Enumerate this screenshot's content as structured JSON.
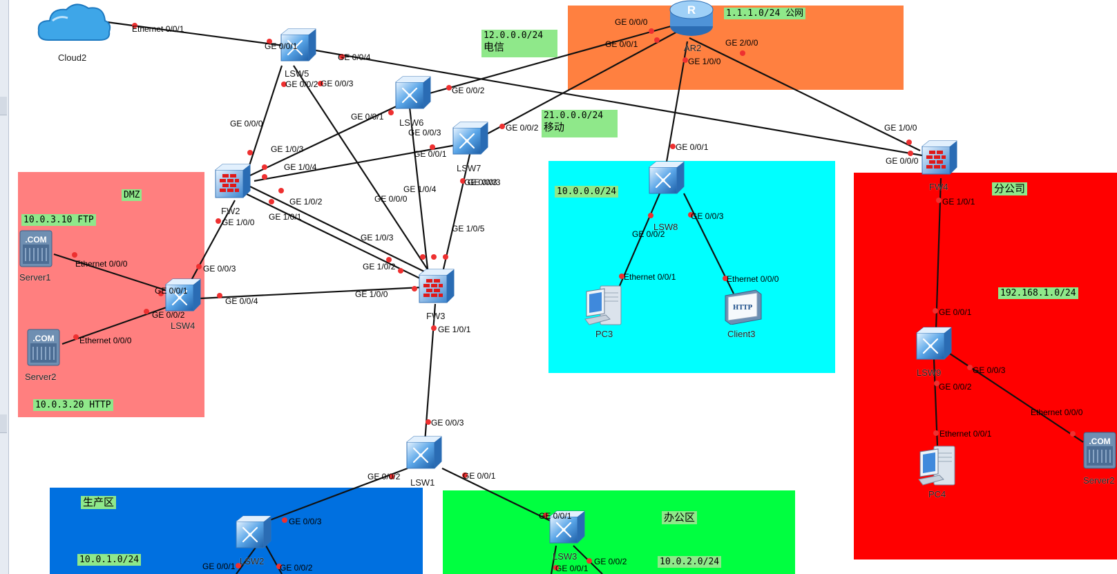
{
  "zones": {
    "public": {
      "color": "#ff8040",
      "tag": "1.1.1.0/24 公网"
    },
    "dmz": {
      "color": "#ff7f7f",
      "tag": "DMZ",
      "ftp": "10.0.3.10 FTP",
      "http": "10.0.3.20 HTTP"
    },
    "lan8": {
      "color": "#00ffff",
      "tag": "10.0.0.0/24"
    },
    "branch": {
      "color": "#ff0000",
      "name": "分公司",
      "subnet": "192.168.1.0/24"
    },
    "production": {
      "color": "#0070e0",
      "name": "生产区",
      "subnet": "10.0.1.0/24"
    },
    "office": {
      "color": "#00ff40",
      "name": "办公区",
      "subnet": "10.0.2.0/24"
    }
  },
  "isp": {
    "telecom": {
      "subnet": "12.0.0.0/24",
      "name": "电信"
    },
    "mobile": {
      "subnet": "21.0.0.0/24",
      "name": "移动"
    }
  },
  "devices": {
    "cloud2": "Cloud2",
    "lsw5": "LSW5",
    "lsw6": "LSW6",
    "lsw7": "LSW7",
    "ar2": "AR2",
    "fw2": "FW2",
    "fw3": "FW3",
    "fw4": "FW4",
    "lsw4": "LSW4",
    "lsw8": "LSW8",
    "lsw9": "LSW9",
    "lsw1": "LSW1",
    "lsw2": "LSW2",
    "lsw3": "LSW3",
    "server1": "Server1",
    "server2": "Server2",
    "server2b": "Server2",
    "pc3": "PC3",
    "client3": "Client3",
    "pc4": "PC4"
  },
  "icons": {
    "com": ".COM",
    "http": "HTTP",
    "router": "R"
  },
  "ports": [
    "Ethernet 0/0/1",
    "GE 0/0/1",
    "GE 0/0/4",
    "GE 0/0/2",
    "GE 0/0/3",
    "GE 0/0/0",
    "GE 0/0/1",
    "GE 0/0/2",
    "GE 0/0/3",
    "GE 0/0/1",
    "GE 0/0/2",
    "GE 0/0/3",
    "GE 0/0/0",
    "GE 0/0/1",
    "GE 2/0/0",
    "GE 1/0/0",
    "GE 1/0/3",
    "GE 1/0/4",
    "GE 1/0/2",
    "GE 1/0/1",
    "GE 1/0/0",
    "GE 0/0/0",
    "GE 1/0/4",
    "GE 0/0/3",
    "GE 1/0/3",
    "GE 1/0/5",
    "GE 1/0/2",
    "GE 1/0/0",
    "GE 1/0/1",
    "GE 0/0/3",
    "GE 0/0/1",
    "GE 0/0/4",
    "GE 0/0/2",
    "Ethernet 0/0/0",
    "Ethernet 0/0/0",
    "GE 0/0/1",
    "GE 0/0/2",
    "GE 0/0/3",
    "Ethernet 0/0/1",
    "Ethernet 0/0/0",
    "GE 1/0/0",
    "GE 0/0/0",
    "GE 1/0/1",
    "GE 0/0/1",
    "GE 0/0/3",
    "GE 0/0/2",
    "Ethernet 0/0/0",
    "Ethernet 0/0/1",
    "GE 0/0/3",
    "GE 0/0/2",
    "GE 0/0/1",
    "GE 0/0/3",
    "GE 0/0/2",
    "GE 0/0/1",
    "GE 0/0/1",
    "GE 0/0/2"
  ]
}
